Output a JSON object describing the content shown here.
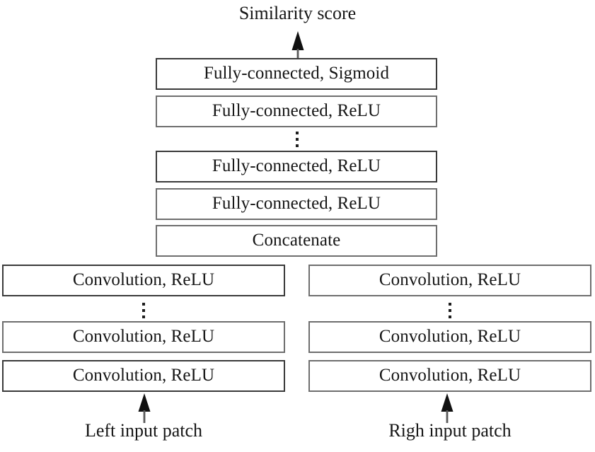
{
  "figure": {
    "title": "Similarity score",
    "output_label": "Similarity score",
    "background_color": "#ffffff",
    "line_color": "#6e6e6e",
    "text_color": "#161616"
  },
  "head": {
    "layers": [
      {
        "id": "fc-sigmoid",
        "label": "Fully-connected, Sigmoid",
        "type": "fully-connected",
        "activation": "Sigmoid"
      },
      {
        "id": "fc-relu-top",
        "label": "Fully-connected, ReLU",
        "type": "fully-connected",
        "activation": "ReLU"
      },
      {
        "id": "ellipsis-head",
        "label": "⋮",
        "type": "ellipsis"
      },
      {
        "id": "fc-relu-mid",
        "label": "Fully-connected, ReLU",
        "type": "fully-connected",
        "activation": "ReLU"
      },
      {
        "id": "fc-relu-bottom",
        "label": "Fully-connected, ReLU",
        "type": "fully-connected",
        "activation": "ReLU"
      },
      {
        "id": "concatenate",
        "label": "Concatenate",
        "type": "merge"
      }
    ]
  },
  "branches": [
    {
      "id": "left-branch",
      "side": "left",
      "input_label": "Left input patch",
      "layers": [
        {
          "id": "left-conv-top",
          "label": "Convolution, ReLU",
          "type": "convolution",
          "activation": "ReLU"
        },
        {
          "id": "left-ellipsis",
          "label": "⋮",
          "type": "ellipsis"
        },
        {
          "id": "left-conv-mid",
          "label": "Convolution, ReLU",
          "type": "convolution",
          "activation": "ReLU"
        },
        {
          "id": "left-conv-bottom",
          "label": "Convolution, ReLU",
          "type": "convolution",
          "activation": "ReLU"
        }
      ]
    },
    {
      "id": "right-branch",
      "side": "right",
      "input_label": "Righ input patch",
      "layers": [
        {
          "id": "right-conv-top",
          "label": "Convolution, ReLU",
          "type": "convolution",
          "activation": "ReLU"
        },
        {
          "id": "right-ellipsis",
          "label": "⋮",
          "type": "ellipsis"
        },
        {
          "id": "right-conv-mid",
          "label": "Convolution, ReLU",
          "type": "convolution",
          "activation": "ReLU"
        },
        {
          "id": "right-conv-bottom",
          "label": "Convolution, ReLU",
          "type": "convolution",
          "activation": "ReLU"
        }
      ]
    }
  ],
  "arrows": [
    {
      "id": "output-arrow",
      "direction": "up",
      "from": "fc-sigmoid",
      "to": "Similarity score"
    },
    {
      "id": "left-input-arrow",
      "direction": "up",
      "from": "Left input patch",
      "to": "left-conv-bottom"
    },
    {
      "id": "right-input-arrow",
      "direction": "up",
      "from": "Righ input patch",
      "to": "right-conv-bottom"
    }
  ]
}
